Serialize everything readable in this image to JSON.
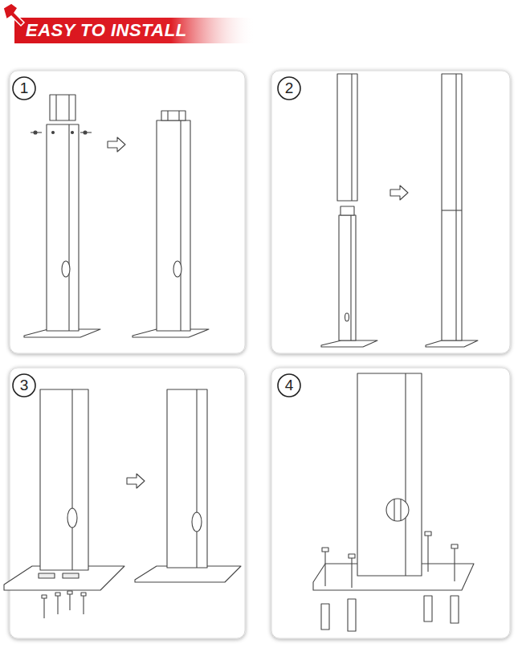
{
  "diagram": {
    "title": "EASY TO INSTALL",
    "labels": [
      "1",
      "2",
      "3",
      "4"
    ]
  }
}
